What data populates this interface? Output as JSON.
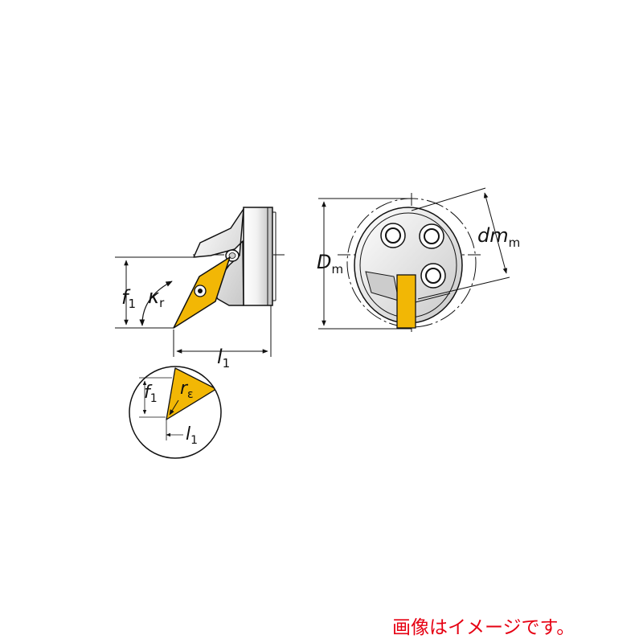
{
  "labels": {
    "f1": {
      "main": "f",
      "sub": "1"
    },
    "kr": {
      "main": "κ",
      "sub": "r"
    },
    "l1": {
      "main": "l",
      "sub": "1"
    },
    "dm": {
      "main": "D",
      "sub": "m"
    },
    "dmm": {
      "main": "dm",
      "sub": "m"
    },
    "re": {
      "main": "r",
      "sub": "ε"
    },
    "detail_f1": {
      "main": "f",
      "sub": "1"
    },
    "detail_l1": {
      "main": "l",
      "sub": "1"
    }
  },
  "caption": "画像はイメージです。",
  "colors": {
    "insert": "#f2b705",
    "line": "#111111",
    "body_shade": "#d9d9d9"
  }
}
